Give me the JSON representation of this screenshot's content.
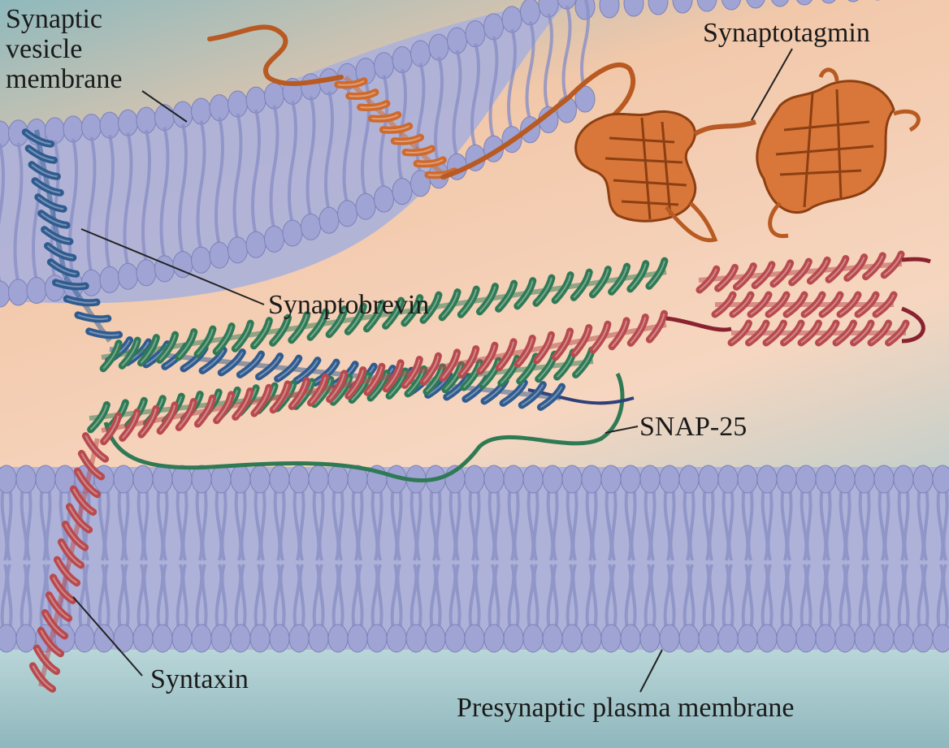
{
  "labels": {
    "vesicle_line1": "Synaptic",
    "vesicle_line2": "vesicle",
    "vesicle_line3": "membrane",
    "synaptotagmin": "Synaptotagmin",
    "synaptobrevin": "Synaptobrevin",
    "snap25": "SNAP-25",
    "syntaxin": "Syntaxin",
    "plasma_membrane": "Presynaptic plasma membrane"
  },
  "colors": {
    "background_top": "#8fb9bd",
    "background_middle": "#f2c8aa",
    "background_bottom": "#a9ccd0",
    "membrane_fill": "#aeb2d8",
    "lipid_head": "#9fa4d4",
    "lipid_tail": "#8a8fc6",
    "synaptotagmin": "#cf6a2c",
    "synaptobrevin": "#2f5b8f",
    "syntaxin": "#b84a4e",
    "snap25": "#2f7a55",
    "leader_line": "#222222"
  },
  "icons": {
    "vesicle_membrane": "lipid-bilayer-icon",
    "plasma_membrane": "lipid-bilayer-icon",
    "synaptotagmin": "protein-ribbon-icon",
    "synaptobrevin": "alpha-helix-icon",
    "syntaxin": "alpha-helix-icon",
    "snap25": "alpha-helix-icon"
  }
}
